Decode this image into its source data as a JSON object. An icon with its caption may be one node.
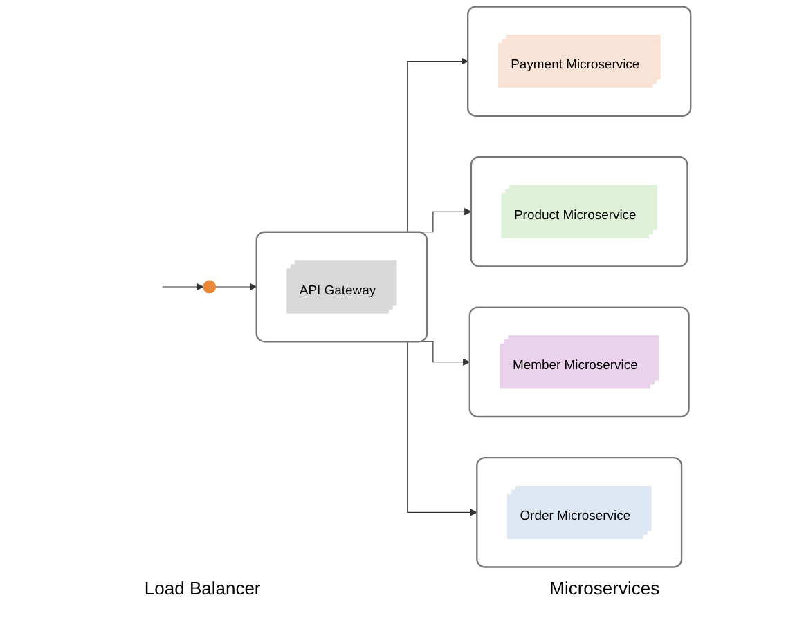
{
  "diagram": {
    "nodes": [
      {
        "text": [],
        "shape": "circle"
      },
      {
        "text": [],
        "shape": "box"
      },
      {
        "text": [
          "API Gateway"
        ],
        "in": 1
      },
      {
        "text": [],
        "shape": "box"
      },
      {
        "text": [
          "Payment Microservice"
        ],
        "in": 3
      },
      {
        "text": [],
        "shape": "box"
      },
      {
        "text": [
          "Product Microservice"
        ],
        "in": 5
      },
      {
        "text": [],
        "shape": "box"
      },
      {
        "text": [
          "Member Microservice"
        ],
        "in": 7
      },
      {
        "text": [],
        "shape": "box"
      },
      {
        "text": [
          "Order Microservice"
        ],
        "in": 9
      }
    ],
    "edges": [
      {
        "from": null,
        "to": 0,
        "arrow": "to"
      },
      {
        "from": 0,
        "to": 1,
        "arrow": "to"
      },
      {
        "from": 1,
        "to": 3,
        "arrow": "to"
      },
      {
        "from": 1,
        "to": 5,
        "arrow": "to"
      },
      {
        "from": 1,
        "to": 7,
        "arrow": "to"
      },
      {
        "from": 1,
        "to": 9,
        "arrow": "to"
      }
    ],
    "labels": [
      "Load Balancer",
      "Microservices"
    ]
  }
}
